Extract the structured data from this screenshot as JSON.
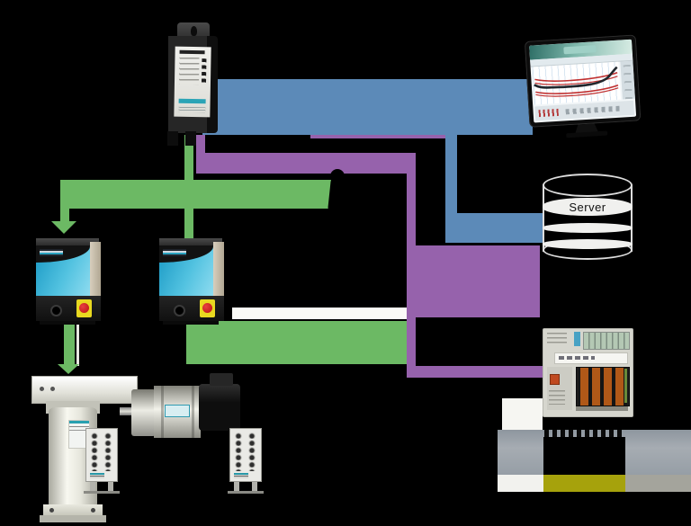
{
  "colors": {
    "background": "#000000",
    "blue": "#5c8ab8",
    "purple": "#9662ac",
    "green": "#6cb964",
    "olive": "#a6a20c",
    "yellow": "#e8d820",
    "cyan": "#35b2d8",
    "red": "#c01818",
    "white": "#f4f4f0"
  },
  "server": {
    "label": "Server"
  },
  "components": {
    "gateway": "signal-gateway-device",
    "monitor": "monitoring-pc-display",
    "server": "data-server",
    "plc": "plc-controller",
    "machine": "production-machine-photo",
    "controller1": "process-controller-1",
    "controller2": "process-controller-2",
    "actuator": "linear-actuator-column",
    "motor": "servo-motor",
    "junction1": "junction-box-1",
    "junction2": "junction-box-2"
  },
  "connections": [
    {
      "color": "blue",
      "from": "gateway",
      "to": "monitor"
    },
    {
      "color": "blue",
      "from": "blue-ribbon",
      "to": "server"
    },
    {
      "color": "purple",
      "from": "gateway",
      "to": "plc"
    },
    {
      "color": "green",
      "from": "gateway",
      "to": "controller1"
    },
    {
      "color": "green",
      "from": "gateway",
      "to": "controller2"
    },
    {
      "color": "green",
      "from": "controller1",
      "to": "actuator"
    },
    {
      "color": "green",
      "from": "controller2",
      "to": "motor"
    }
  ]
}
